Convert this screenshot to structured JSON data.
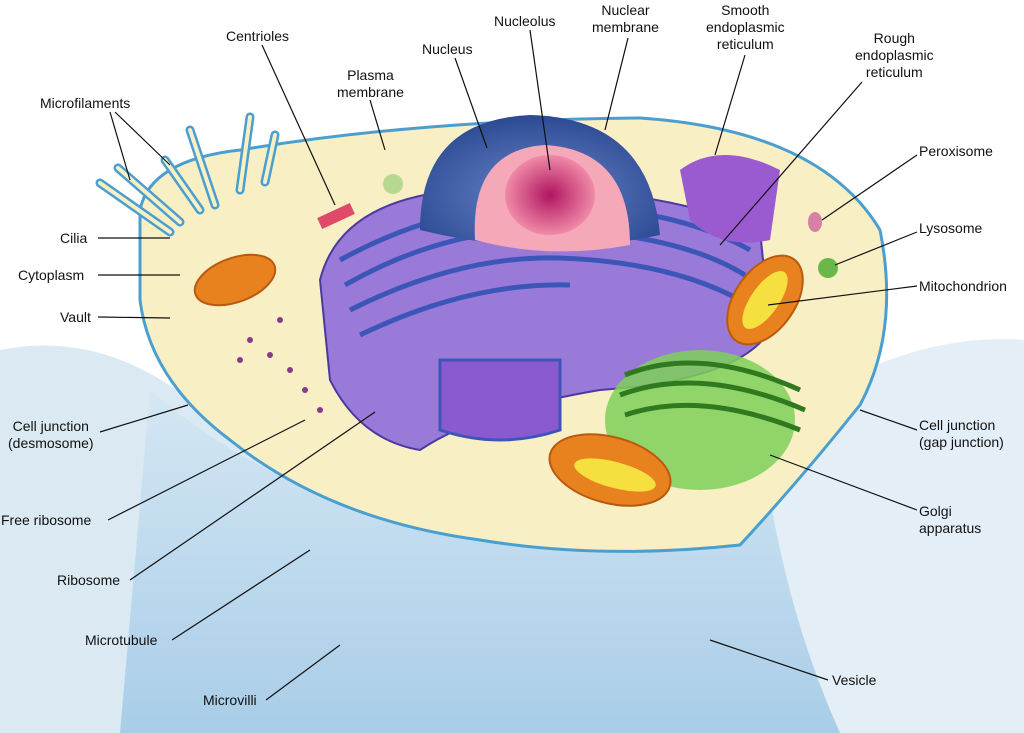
{
  "labels": {
    "microfilaments": "Microfilaments",
    "centrioles": "Centrioles",
    "nucleus": "Nucleus",
    "nucleolus": "Nucleolus",
    "nuclear_membrane_1": "Nuclear",
    "nuclear_membrane_2": "membrane",
    "smooth_er_1": "Smooth",
    "smooth_er_2": "endoplasmic",
    "smooth_er_3": "reticulum",
    "rough_er_1": "Rough",
    "rough_er_2": "endoplasmic",
    "rough_er_3": "reticulum",
    "plasma_membrane_1": "Plasma",
    "plasma_membrane_2": "membrane",
    "peroxisome": "Peroxisome",
    "lysosome": "Lysosome",
    "mitochondrion": "Mitochondrion",
    "cilia": "Cilia",
    "cytoplasm": "Cytoplasm",
    "vault": "Vault",
    "desmosome_1": "Cell junction",
    "desmosome_2": "(desmosome)",
    "free_ribosome": "Free ribosome",
    "ribosome": "Ribosome",
    "microtubule": "Microtubule",
    "microvilli": "Microvilli",
    "gap_junction_1": "Cell junction",
    "gap_junction_2": "(gap junction)",
    "golgi_1": "Golgi",
    "golgi_2": "apparatus",
    "vesicle": "Vesicle"
  },
  "colors": {
    "cytoplasm": "#f8efc4",
    "membrane": "#4a9fd0",
    "nucleus": "#3a5fa8",
    "nucleolus": "#c8266a",
    "er": "#8a6ad0",
    "golgi": "#5cb83a",
    "mitochondrion": "#e8821e"
  }
}
